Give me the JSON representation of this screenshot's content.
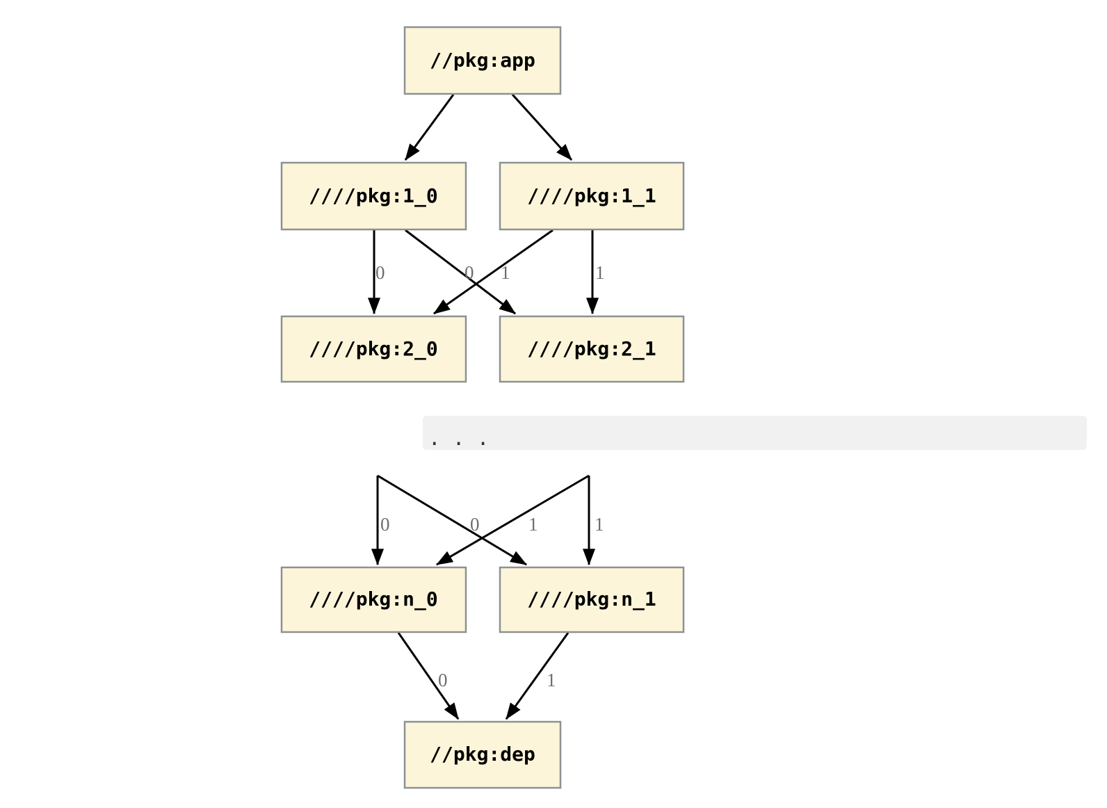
{
  "colors": {
    "background": "#ffffff",
    "node_fill": "#fcf5d9",
    "node_border": "#8b9194",
    "node_text": "#000000",
    "edge": "#000000",
    "edge_label": "#6e6e6e",
    "band_fill": "#f1f1f1",
    "ellipsis_text": "#333333"
  },
  "nodes": {
    "app": {
      "label": "//pkg:app"
    },
    "l1_0": {
      "label": "////pkg:1_0"
    },
    "l1_1": {
      "label": "////pkg:1_1"
    },
    "l2_0": {
      "label": "////pkg:2_0"
    },
    "l2_1": {
      "label": "////pkg:2_1"
    },
    "ln_0": {
      "label": "////pkg:n_0"
    },
    "ln_1": {
      "label": "////pkg:n_1"
    },
    "dep": {
      "label": "//pkg:dep"
    }
  },
  "edge_labels": {
    "e1_0_to_2_0": "0",
    "e1_1_to_2_0": "0",
    "e1_0_to_2_1": "1",
    "e1_1_to_2_1": "1",
    "e_left_to_n_0": "0",
    "e_right_to_n_0": "0",
    "e_left_to_n_1": "1",
    "e_right_to_n_1": "1",
    "e_n_0_to_dep": "0",
    "e_n_1_to_dep": "1"
  },
  "ellipsis": {
    "text": ". . ."
  }
}
